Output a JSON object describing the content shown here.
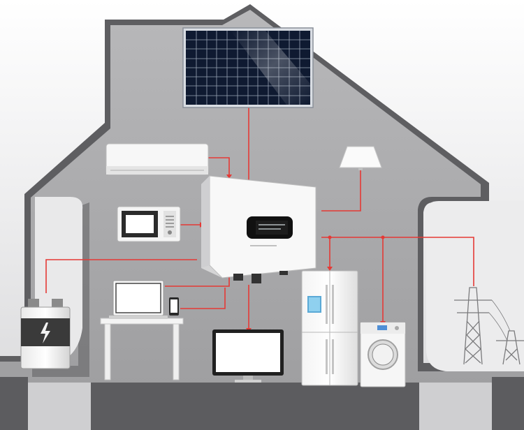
{
  "colors": {
    "wire": "#e53935",
    "house_shadow": "#5f5f62",
    "house_fill": "#a9a9ab",
    "panel_cell": "#15233f",
    "inverter_screen": "#111111",
    "battery_bolt": "#f2f2f2"
  },
  "components": [
    {
      "name": "solar-panel",
      "icon": "solar-panel-icon"
    },
    {
      "name": "hybrid-inverter",
      "icon": "inverter-icon"
    },
    {
      "name": "air-conditioner",
      "icon": "air-conditioner-icon"
    },
    {
      "name": "ceiling-lamp",
      "icon": "lamp-icon"
    },
    {
      "name": "microwave-oven",
      "icon": "microwave-icon"
    },
    {
      "name": "battery",
      "icon": "battery-icon"
    },
    {
      "name": "laptop",
      "icon": "laptop-icon"
    },
    {
      "name": "smartphone",
      "icon": "phone-icon"
    },
    {
      "name": "monitor",
      "icon": "monitor-icon"
    },
    {
      "name": "refrigerator",
      "icon": "fridge-icon"
    },
    {
      "name": "washing-machine",
      "icon": "washer-icon"
    },
    {
      "name": "power-grid-tower",
      "icon": "transmission-tower-icon"
    }
  ]
}
